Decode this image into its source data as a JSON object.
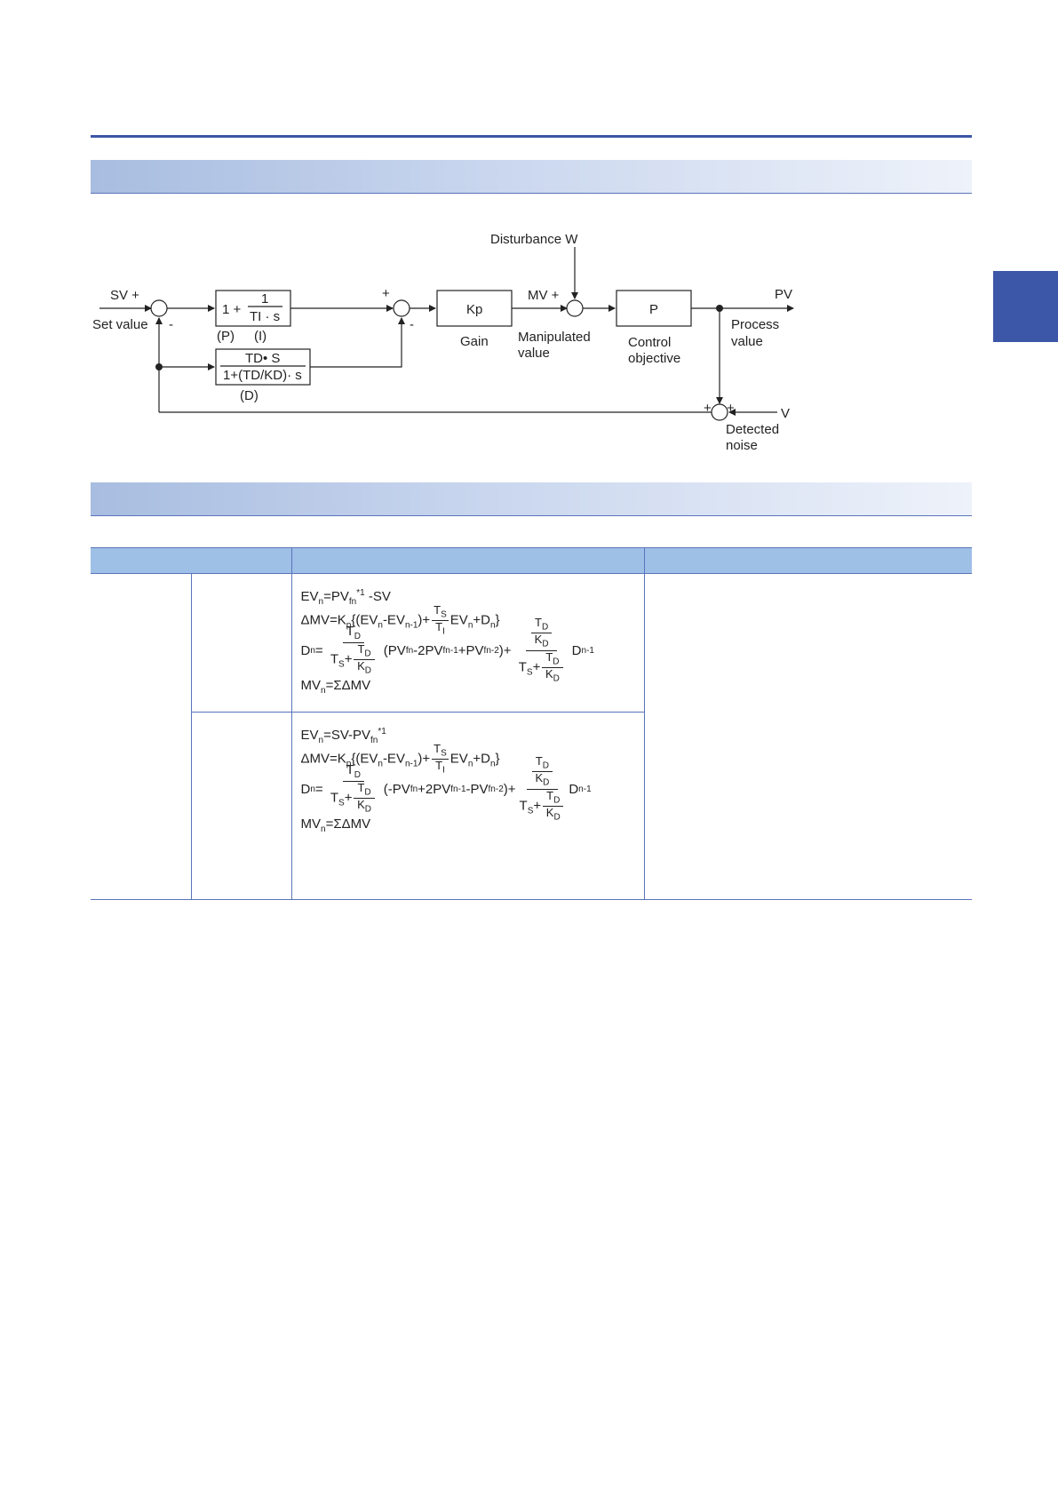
{
  "diagram": {
    "labels": {
      "sv": "SV +",
      "set_value": "Set value",
      "minus1": "-",
      "p_block_one": "1 +",
      "p_block_num": "1",
      "p_block_den": "TI · s",
      "p_label": "(P)",
      "i_label": "(I)",
      "d_num": "TD• S",
      "d_den": "1+(TD/KD)· s",
      "d_label": "(D)",
      "plus2": "+",
      "minus2": "-",
      "kp": "Kp",
      "gain": "Gain",
      "mv": "MV +",
      "manipulated": "Manipulated",
      "value": "value",
      "disturbance": "Disturbance  W",
      "p": "P",
      "control": "Control",
      "objective": "objective",
      "pv": "PV",
      "process": "Process",
      "process_value": "value",
      "plus3": "+",
      "plus4": "+",
      "v": "V",
      "detected": "Detected",
      "noise": "noise"
    }
  },
  "table": {
    "headers": [
      "",
      "",
      ""
    ],
    "rows": [
      {
        "col1": "",
        "col2": "",
        "ev": "EVn=PVfn*1 -SV",
        "dmv": "ΔMV=Kp{(EVn-EVn-1)+",
        "d_mid": "(PVfn-2PVfn-1+PVfn-2)+",
        "mvn": "MVn=ΣΔMV"
      },
      {
        "col2": "",
        "ev": "EVn=SV-PVfn*1",
        "dmv": "ΔMV=Kp{(EVn-EVn-1)+",
        "d_mid": "(-PVfn+2PVfn-1-PVfn-2)+",
        "mvn": "MVn=ΣΔMV"
      }
    ],
    "col3": ""
  }
}
